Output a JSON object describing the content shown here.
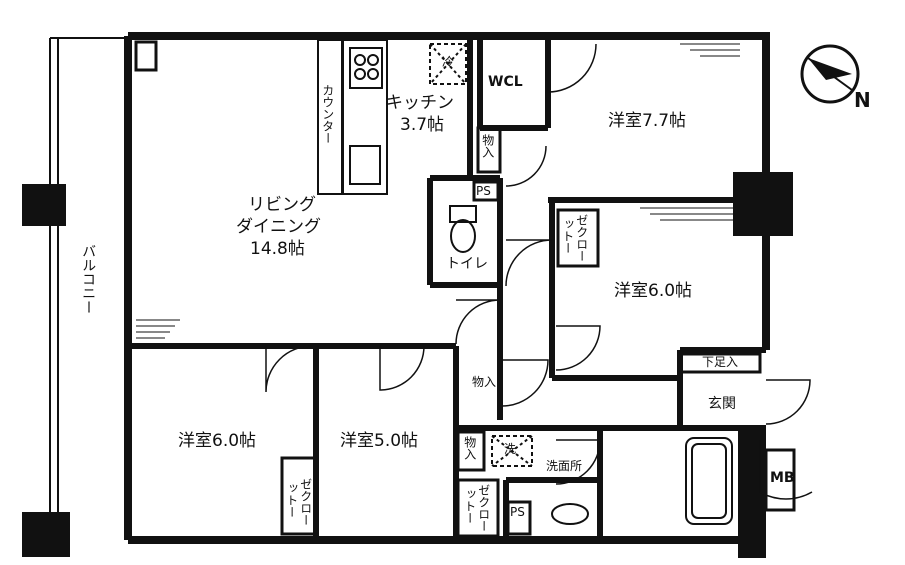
{
  "floor_plan": {
    "rooms": {
      "living_dining_line1": "リビング",
      "living_dining_line2": "ダイニング",
      "living_dining_size": "14.8帖",
      "kitchen": "キッチン",
      "kitchen_size": "3.7帖",
      "western_77": "洋室7.7帖",
      "western_60_right": "洋室6.0帖",
      "western_60_left": "洋室6.0帖",
      "western_50": "洋室5.0帖",
      "toilet": "トイレ",
      "entrance": "玄関",
      "washroom": "洗面所",
      "balcony": "バルコニー",
      "wcl": "WCL"
    },
    "small_labels": {
      "counter": "カウンター",
      "storage_1": "物入",
      "storage_2": "物入",
      "storage_3": "物入",
      "ps_1": "PS",
      "ps_2": "PS",
      "closet_1": "ゼクロー",
      "closet_1b": "ットー",
      "closet_2": "ゼクロー",
      "closet_2b": "ットー",
      "closet_3": "ゼクロー",
      "closet_3b": "ットー",
      "shoe_box": "下足入",
      "mb": "MB",
      "fridge": "冷",
      "washer": "洗"
    },
    "compass": {
      "north_label": "N"
    },
    "colors": {
      "wall": "#111111",
      "background": "#ffffff"
    }
  }
}
